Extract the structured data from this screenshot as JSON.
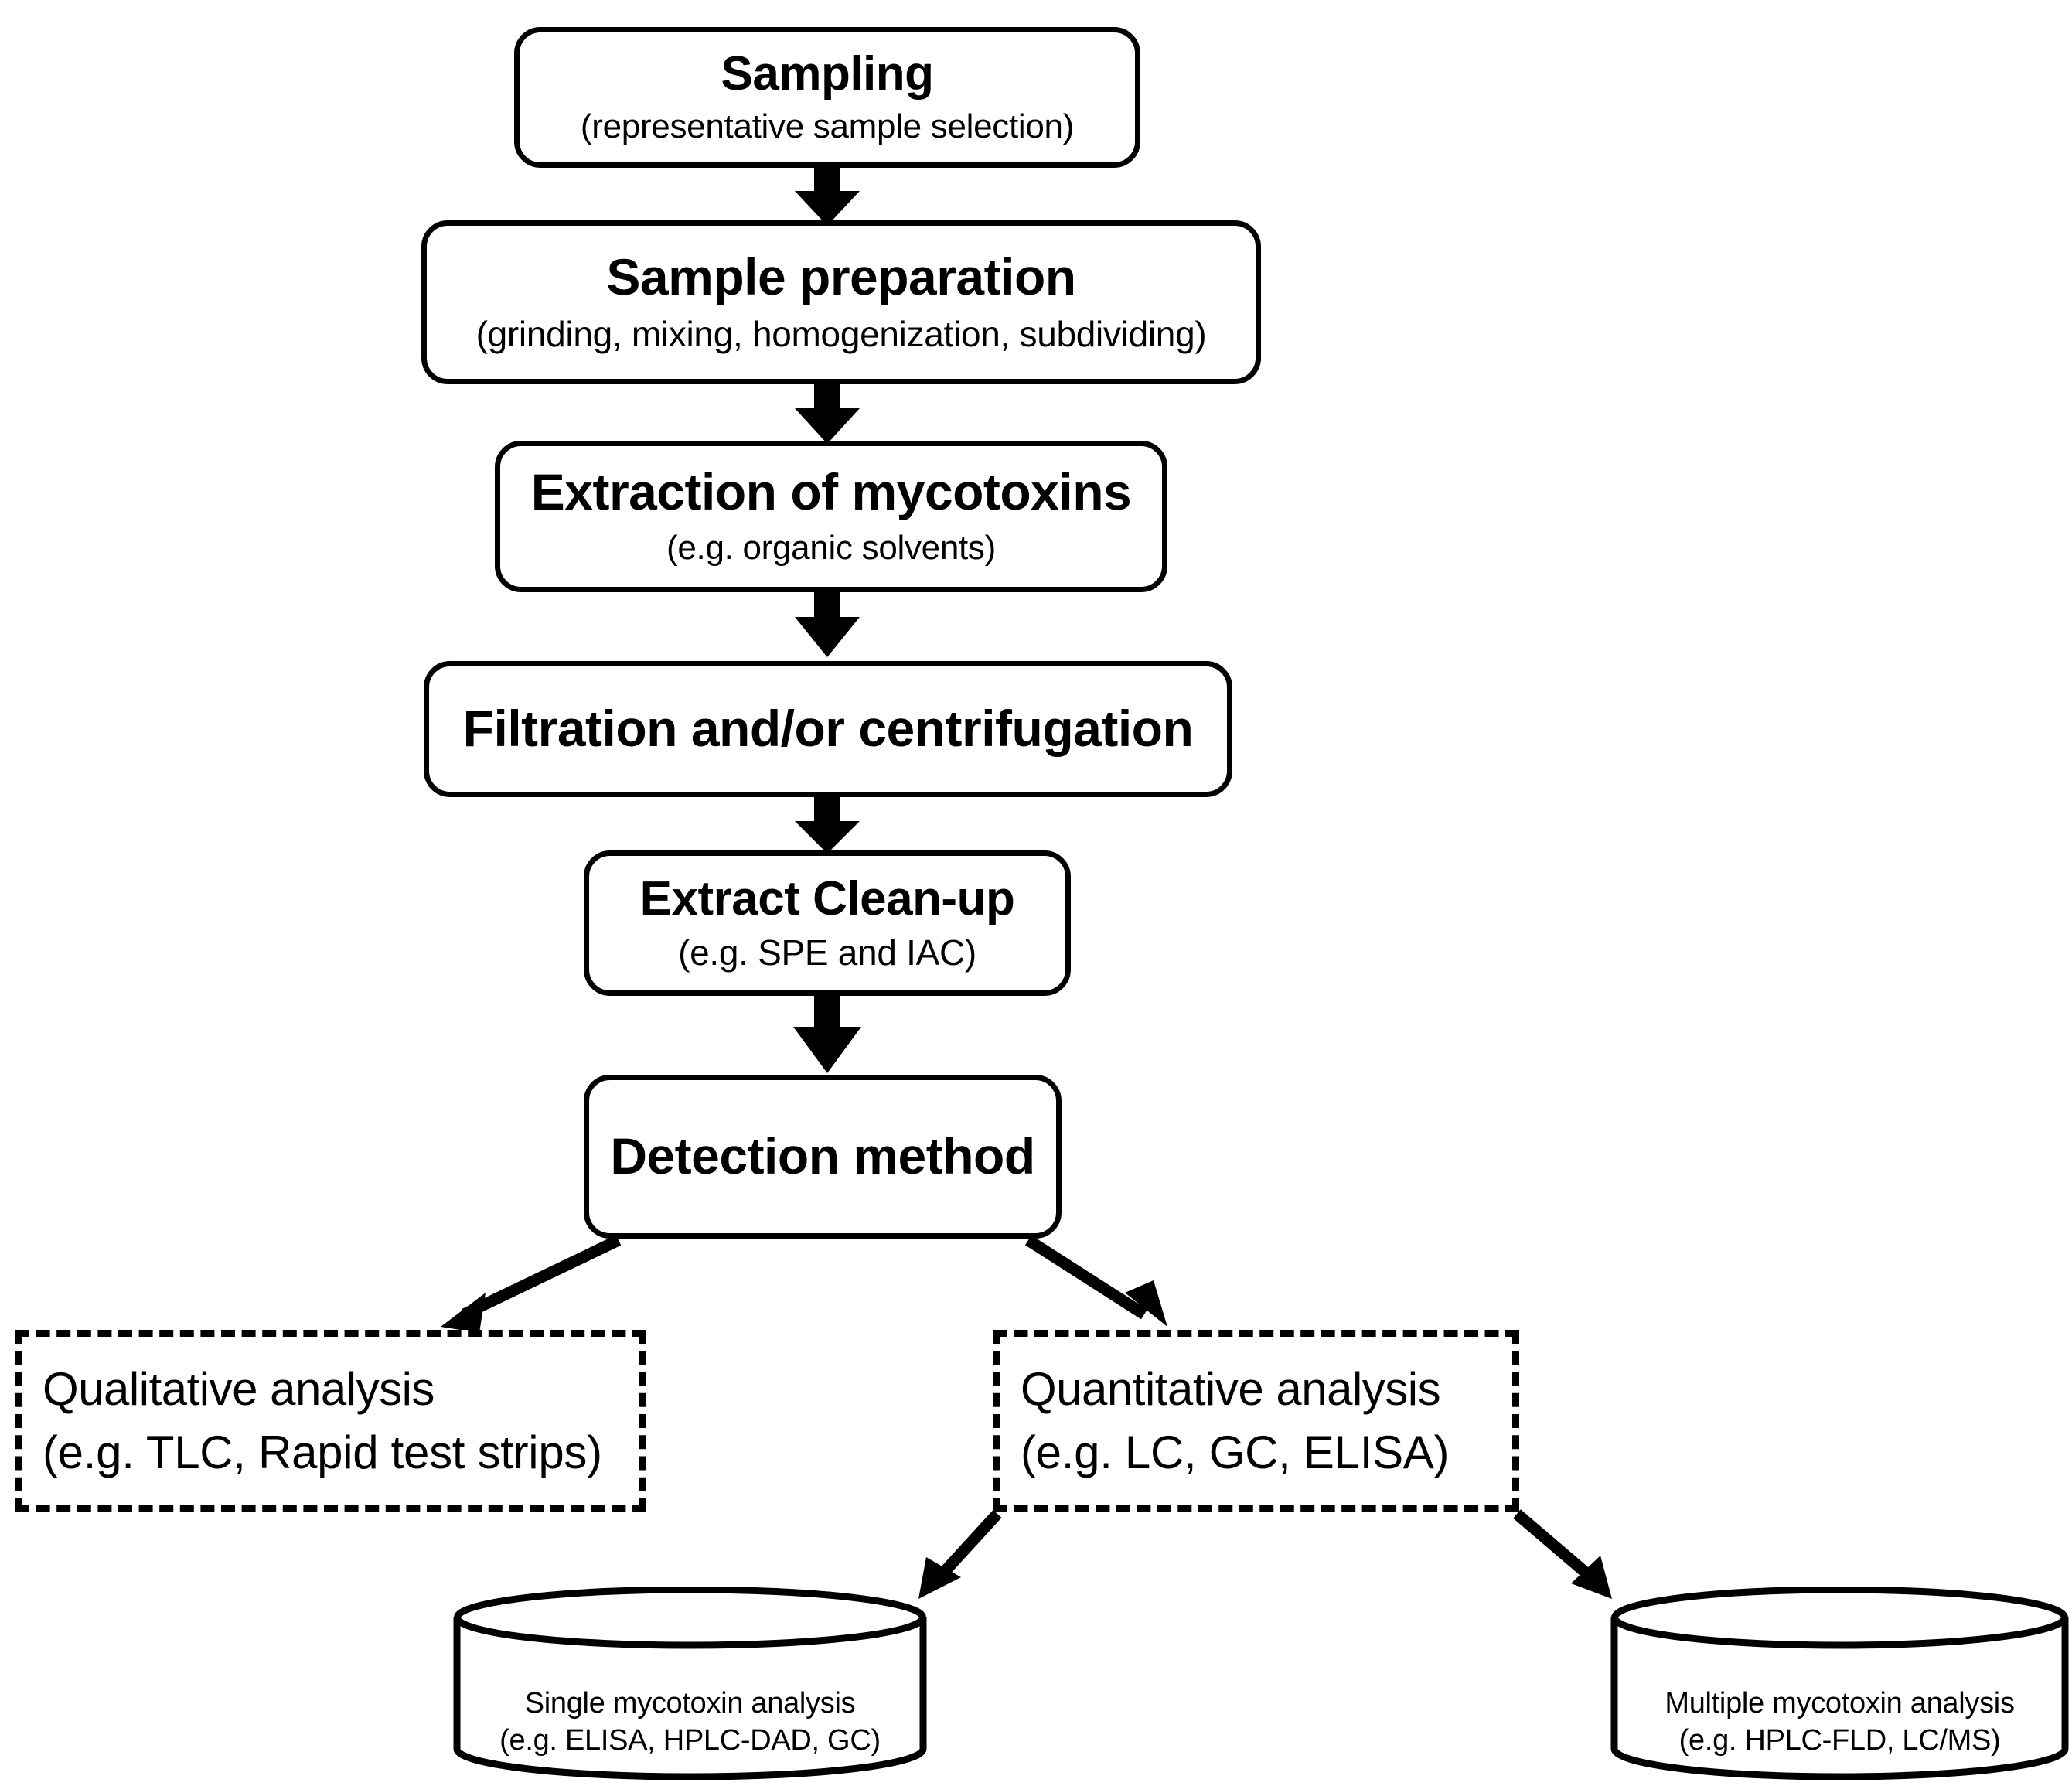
{
  "diagram": {
    "title": "Mycotoxin analysis workflow flowchart",
    "background_color": "#ffffff",
    "line_color": "#000000"
  },
  "nodes": {
    "sampling": {
      "title": "Sampling",
      "subtitle": "(representative sample selection)"
    },
    "preparation": {
      "title": "Sample preparation",
      "subtitle": "(grinding, mixing, homogenization, subdividing)"
    },
    "extraction": {
      "title": "Extraction of mycotoxins",
      "subtitle": "(e.g. organic solvents)"
    },
    "filtration": {
      "title": "Filtration and/or centrifugation",
      "subtitle": ""
    },
    "cleanup": {
      "title": "Extract Clean-up",
      "subtitle": "(e.g. SPE and IAC)"
    },
    "detection": {
      "title": "Detection method",
      "subtitle": ""
    },
    "qualitative": {
      "title": "Qualitative analysis",
      "subtitle": "(e.g. TLC, Rapid test strips)"
    },
    "quantitative": {
      "title": "Quantitative analysis",
      "subtitle": "(e.g. LC, GC, ELISA)"
    },
    "single": {
      "title": "Single mycotoxin analysis",
      "subtitle": "(e.g. ELISA, HPLC-DAD, GC)"
    },
    "multiple": {
      "title": "Multiple mycotoxin analysis",
      "subtitle": "(e.g. HPLC-FLD, LC/MS)"
    }
  },
  "edges": [
    {
      "from": "sampling",
      "to": "preparation",
      "style": "solid-block-arrow"
    },
    {
      "from": "preparation",
      "to": "extraction",
      "style": "solid-block-arrow"
    },
    {
      "from": "extraction",
      "to": "filtration",
      "style": "solid-block-arrow"
    },
    {
      "from": "filtration",
      "to": "cleanup",
      "style": "solid-block-arrow"
    },
    {
      "from": "cleanup",
      "to": "detection",
      "style": "solid-block-arrow"
    },
    {
      "from": "detection",
      "to": "qualitative",
      "style": "diagonal-line-arrow"
    },
    {
      "from": "detection",
      "to": "quantitative",
      "style": "diagonal-line-arrow"
    },
    {
      "from": "quantitative",
      "to": "single",
      "style": "diagonal-line-arrow"
    },
    {
      "from": "quantitative",
      "to": "multiple",
      "style": "diagonal-line-arrow"
    }
  ]
}
